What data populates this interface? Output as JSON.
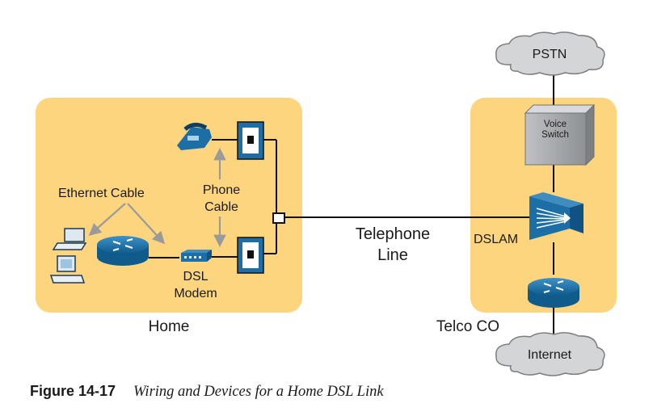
{
  "figure": {
    "number": "Figure 14-17",
    "title": "Wiring and Devices for a Home DSL Link"
  },
  "zones": {
    "home": {
      "label": "Home"
    },
    "telco": {
      "label": "Telco CO"
    }
  },
  "labels": {
    "ethernet_cable": "Ethernet Cable",
    "phone_cable_1": "Phone",
    "phone_cable_2": "Cable",
    "dsl_modem_1": "DSL",
    "dsl_modem_2": "Modem",
    "telephone_line_1": "Telephone",
    "telephone_line_2": "Line",
    "dslam": "DSLAM",
    "voice_switch_1": "Voice",
    "voice_switch_2": "Switch"
  },
  "clouds": {
    "pstn": "PSTN",
    "internet": "Internet"
  },
  "colors": {
    "zone_fill": "#fdd57e",
    "line": "#111111",
    "arrow": "#9a9a9a",
    "device_blue": "#1b6fa6",
    "jack_blue": "#1f6da3",
    "cloud_fill": "#d4d5d6"
  }
}
